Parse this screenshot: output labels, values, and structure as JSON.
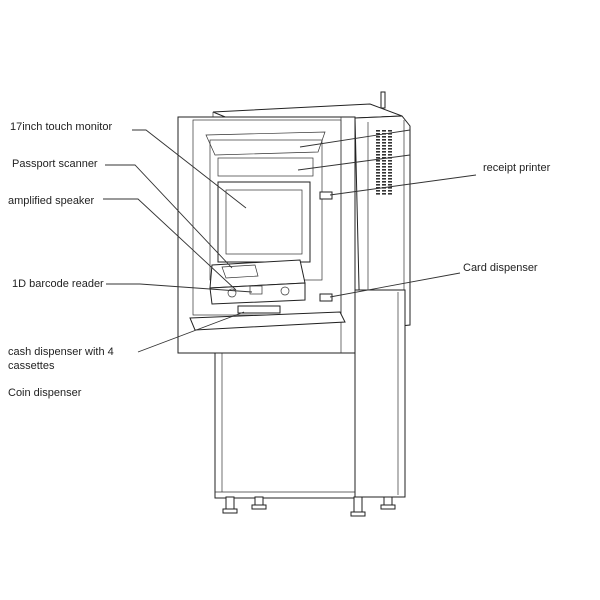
{
  "labels": {
    "monitor": "17inch touch monitor",
    "passport": "Passport scanner",
    "speaker": "amplified speaker",
    "barcode": "1D barcode reader",
    "cash_line1": "cash dispenser with 4",
    "cash_line2": "cassettes",
    "coin": "Coin dispenser",
    "receipt": "receipt printer",
    "card": "Card dispenser"
  }
}
